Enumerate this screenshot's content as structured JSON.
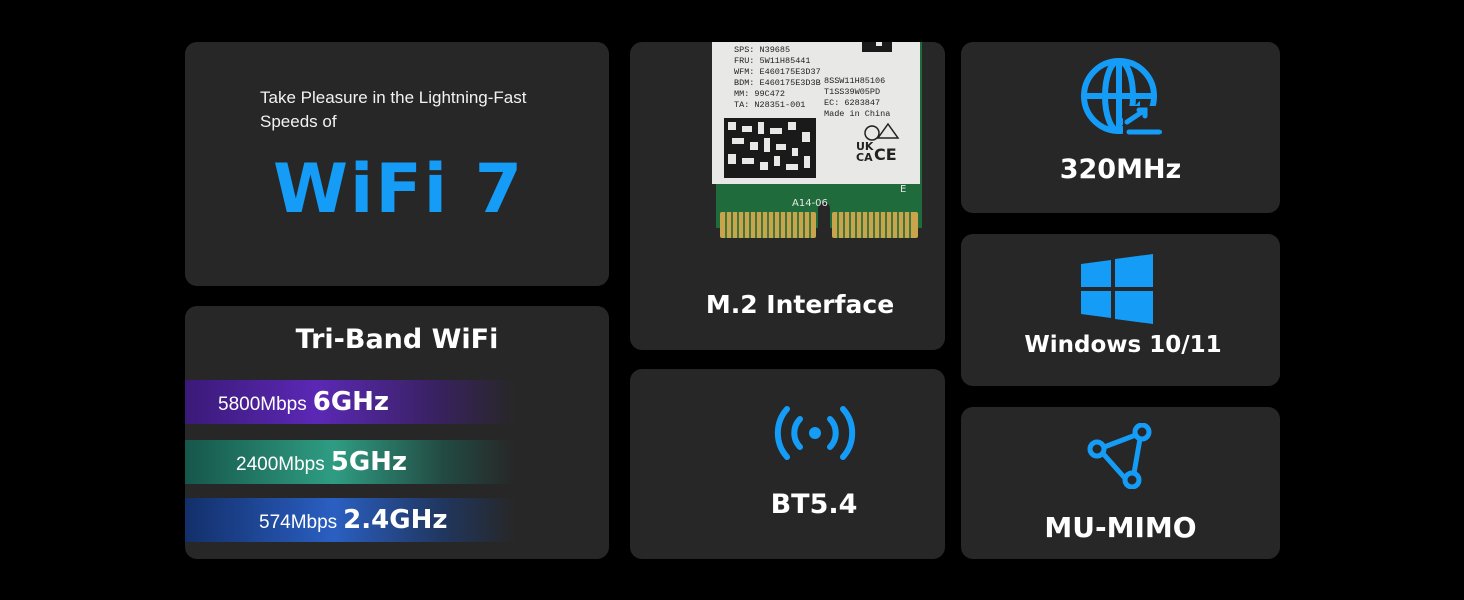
{
  "accent_color": "#149cf7",
  "card_color": "#272727",
  "wifi7": {
    "tagline": "Take Pleasure in the Lightning-Fast Speeds of",
    "headline": "WiFi 7"
  },
  "triband": {
    "title": "Tri-Band WiFi",
    "bands": [
      {
        "speed": "5800Mbps",
        "freq": "6GHz",
        "color": "#5b28b5"
      },
      {
        "speed": "2400Mbps",
        "freq": "5GHz",
        "color": "#2f9d83"
      },
      {
        "speed": "574Mbps",
        "freq": "2.4GHz",
        "color": "#2a5fc2"
      }
    ]
  },
  "m2": {
    "label": "M.2 Interface",
    "icon": "m2-module-image",
    "module_text": {
      "left_lines": [
        "SPS: N39685",
        "FRU: 5W11H85441",
        "WFM: E460175E3D37",
        "BDM: E460175E3D3B",
        "MM: 99C472",
        "TA: N28351-001"
      ],
      "right_lines": [
        "8SSW11H85106",
        "T1SS39W05PD",
        "EC: 6283847",
        "Made in China"
      ],
      "bottom_left": "A14-06",
      "bottom_right": "E"
    }
  },
  "bt": {
    "label": "BT5.4",
    "icon": "bluetooth-signal-icon"
  },
  "bandwidth": {
    "label": "320MHz",
    "icon": "globe-speed-icon"
  },
  "windows": {
    "label": "Windows 10/11",
    "icon": "windows-logo-icon"
  },
  "mimo": {
    "label": "MU-MIMO",
    "icon": "network-triangle-icon"
  }
}
